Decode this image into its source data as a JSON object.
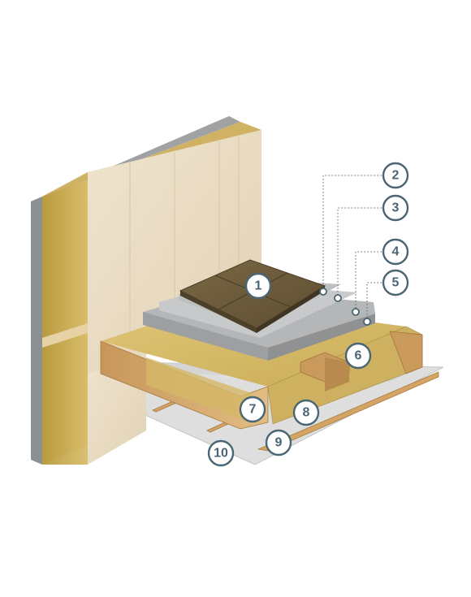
{
  "callouts": [
    {
      "id": "1",
      "label": "1"
    },
    {
      "id": "2",
      "label": "2"
    },
    {
      "id": "3",
      "label": "3"
    },
    {
      "id": "4",
      "label": "4"
    },
    {
      "id": "5",
      "label": "5"
    },
    {
      "id": "6",
      "label": "6"
    },
    {
      "id": "7",
      "label": "7"
    },
    {
      "id": "8",
      "label": "8"
    },
    {
      "id": "9",
      "label": "9"
    },
    {
      "id": "10",
      "label": "10"
    }
  ],
  "colors": {
    "callout_stroke": "#4a6573",
    "wall_face": "#ecdfc8",
    "insulation": "#c9a954",
    "timber": "#d4a96a",
    "screed": "#a9abad",
    "tile": "#6b5a3a",
    "membrane": "#dcdcdc"
  }
}
